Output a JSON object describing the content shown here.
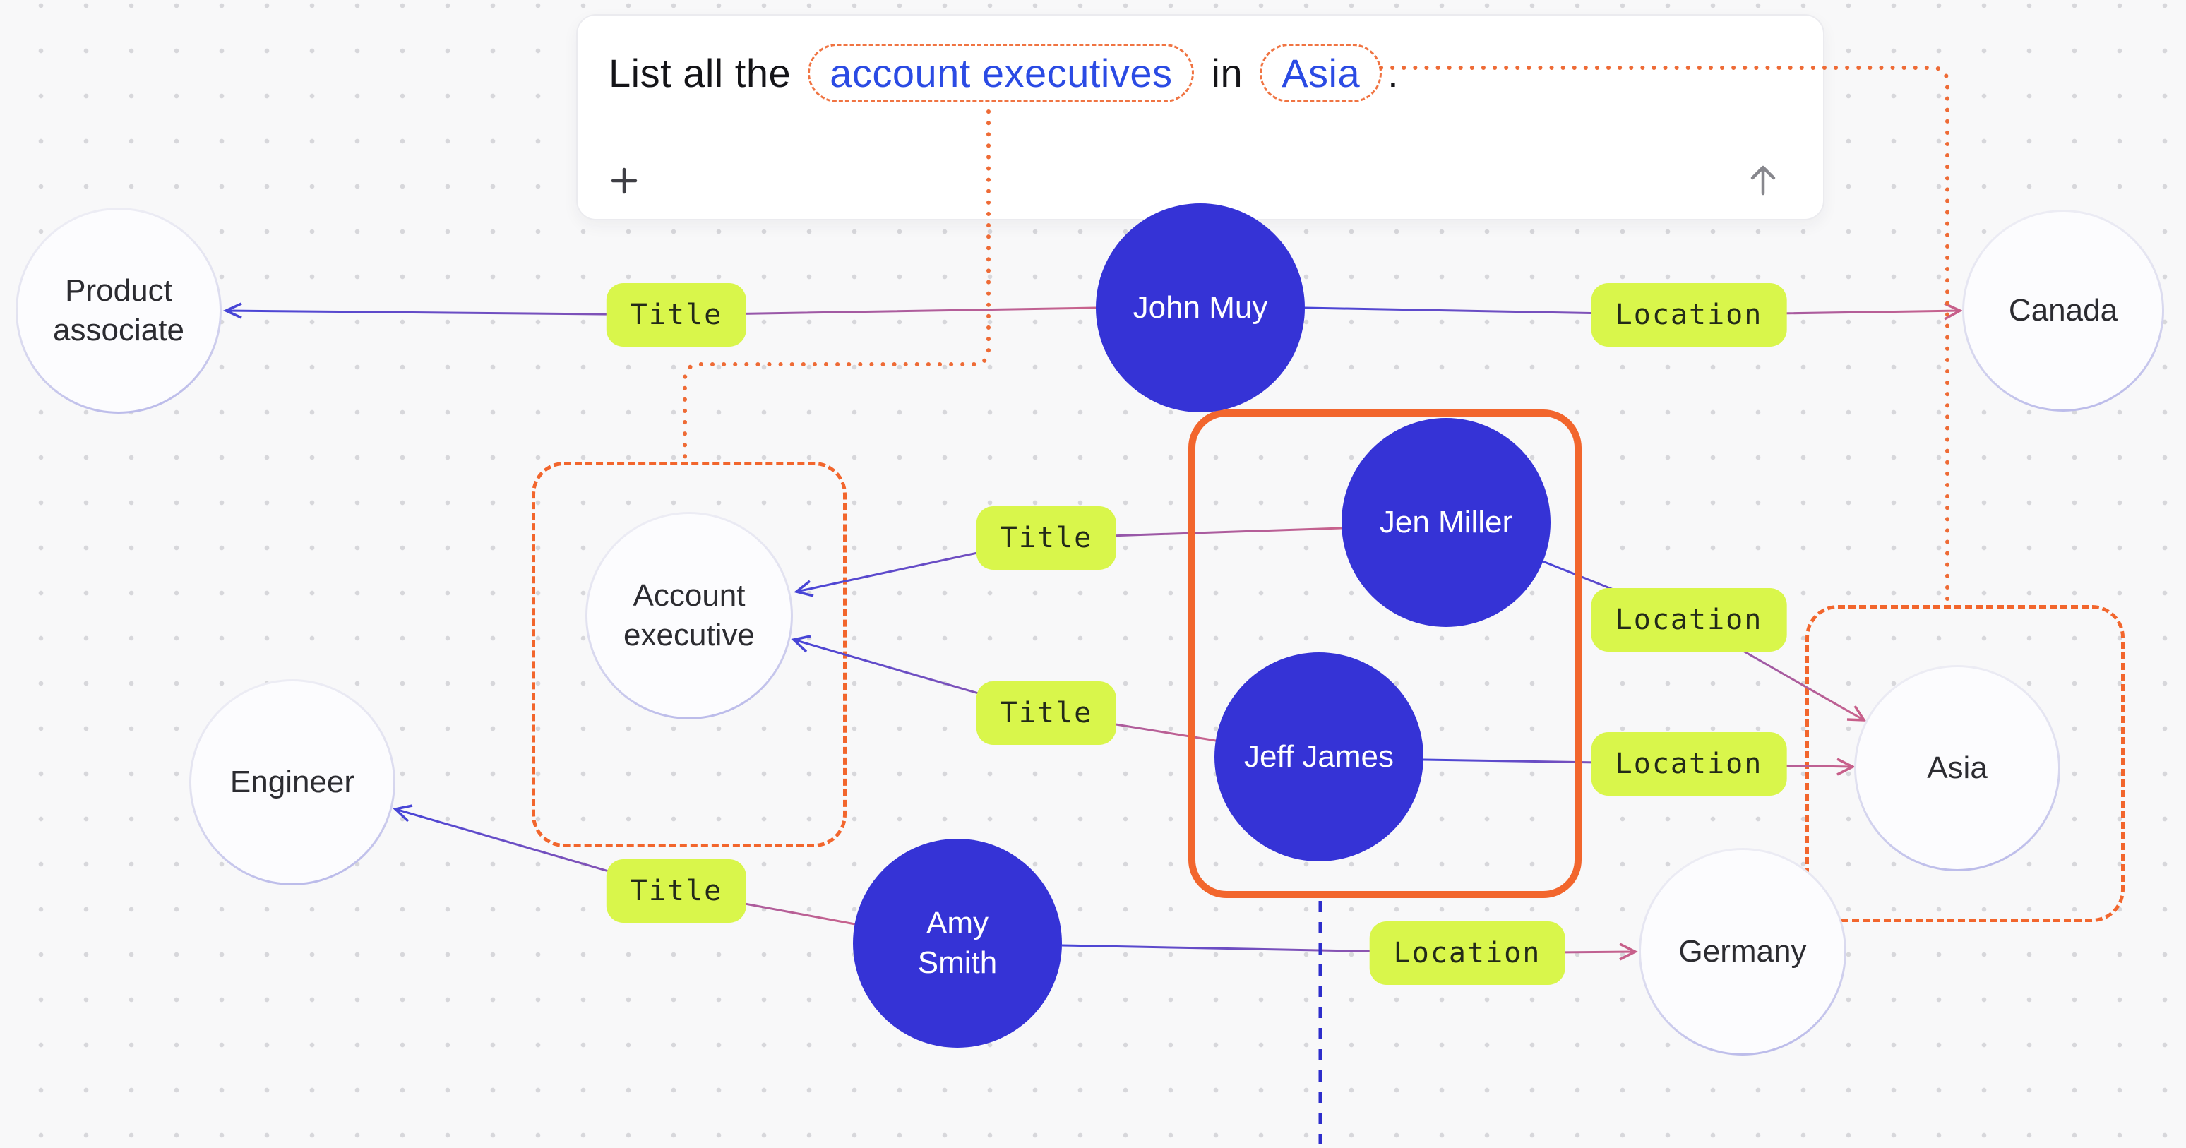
{
  "app": {
    "background": "#f8f8f9",
    "accent_orange": "#f2662d",
    "lime_green": "#d9f64b",
    "node_blue": "#3533d6",
    "edge_blue": "#4845d8",
    "edge_pink": "#c9638c",
    "query_highlight_blue": "#2b4be4"
  },
  "query": {
    "prefix": "List all the",
    "highlight_1": "account executives",
    "middle": "in",
    "highlight_2": "Asia",
    "suffix": ".",
    "icons": {
      "attach": "plus-icon",
      "send": "arrow-up-icon"
    }
  },
  "nodes": {
    "product_associate": {
      "label": "Product associate",
      "type": "attribute"
    },
    "john_muy": {
      "label": "John Muy",
      "type": "person"
    },
    "canada": {
      "label": "Canada",
      "type": "attribute"
    },
    "account_executive": {
      "label": "Account executive",
      "type": "attribute"
    },
    "jen_miller": {
      "label": "Jen Miller",
      "type": "person"
    },
    "jeff_james": {
      "label": "Jeff James",
      "type": "person"
    },
    "engineer": {
      "label": "Engineer",
      "type": "attribute"
    },
    "asia": {
      "label": "Asia",
      "type": "attribute"
    },
    "amy_smith": {
      "label": "Amy Smith",
      "type": "person"
    },
    "germany": {
      "label": "Germany",
      "type": "attribute"
    }
  },
  "edge_labels": {
    "title_john": {
      "label": "Title"
    },
    "location_john": {
      "label": "Location"
    },
    "title_jen": {
      "label": "Title"
    },
    "title_jeff": {
      "label": "Title"
    },
    "location_jen": {
      "label": "Location"
    },
    "location_jeff": {
      "label": "Location"
    },
    "title_amy": {
      "label": "Title"
    },
    "location_amy": {
      "label": "Location"
    }
  }
}
